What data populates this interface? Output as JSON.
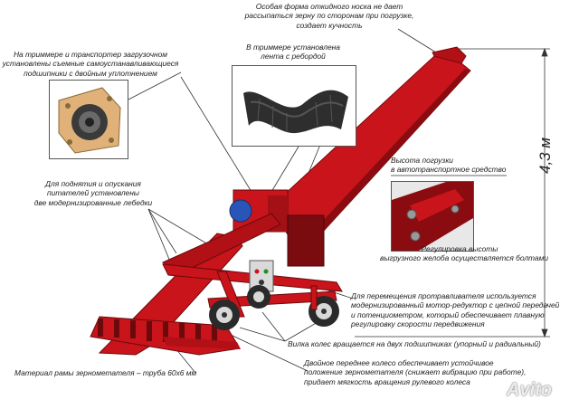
{
  "labels": {
    "nozzle_shape": "Особая форма откидного носка не дает\nрассыпаться зерну по сторонам при погрузке,\nсоздает кучность",
    "bearings": "На триммере и транспортер загрузочном\nустановлены съемные самоустанавливающиеся\nподшипники с двойным уплотнением",
    "belt": "В триммере установлена\nлента с ребордой",
    "loading_height": "Высота погрузки\nв автотранспортное средство",
    "winches": "Для поднятия и опускания\nпитателей установлены\nдве модернизированные лебедки",
    "height_adjust": "Регулировка высоты\nвыгрузного желоба осуществляется болтами",
    "drive": "Для перемещения протравливателя используется\nмодернизированный мотор-редуктор с цепной передачей\nи потенциометром, который обеспечивает плавную\nрегулировку скорости передвижения",
    "wheel_fork": "Вилка колес вращается на двух подшипниках (упорный и радиальный)",
    "frame_material": "Материал рамы зернометателя – труба 60х6 мм",
    "double_wheel": "Двойное переднее колесо обеспечивает устойчивое\nположение зернометателя (снижает вибрацию при работе),\nпридает мягкость вращения рулевого колеса",
    "height_dimension": "4,3 м"
  },
  "watermark": "Avito",
  "colors": {
    "machine_red": "#c8141a",
    "dark_red": "#8a0c10",
    "tire": "#2a2a2a",
    "leader": "#333333"
  }
}
